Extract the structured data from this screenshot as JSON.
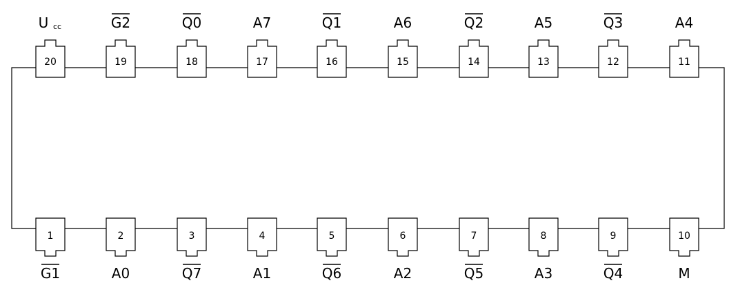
{
  "top_pins": [
    {
      "number": "20",
      "label": "U",
      "sub": "cc",
      "overbar": false
    },
    {
      "number": "19",
      "label": "G2",
      "overbar": true
    },
    {
      "number": "18",
      "label": "Q0",
      "overbar": true
    },
    {
      "number": "17",
      "label": "A7",
      "overbar": false
    },
    {
      "number": "16",
      "label": "Q1",
      "overbar": true
    },
    {
      "number": "15",
      "label": "A6",
      "overbar": false
    },
    {
      "number": "14",
      "label": "Q2",
      "overbar": true
    },
    {
      "number": "13",
      "label": "A5",
      "overbar": false
    },
    {
      "number": "12",
      "label": "Q3",
      "overbar": true
    },
    {
      "number": "11",
      "label": "A4",
      "overbar": false
    }
  ],
  "bottom_pins": [
    {
      "number": "1",
      "label": "G1",
      "overbar": true
    },
    {
      "number": "2",
      "label": "A0",
      "overbar": false
    },
    {
      "number": "3",
      "label": "Q7",
      "overbar": true
    },
    {
      "number": "4",
      "label": "A1",
      "overbar": false
    },
    {
      "number": "5",
      "label": "Q6",
      "overbar": true
    },
    {
      "number": "6",
      "label": "A2",
      "overbar": false
    },
    {
      "number": "7",
      "label": "Q5",
      "overbar": true
    },
    {
      "number": "8",
      "label": "A3",
      "overbar": false
    },
    {
      "number": "9",
      "label": "Q4",
      "overbar": true
    },
    {
      "number": "10",
      "label": "M",
      "overbar": false
    }
  ],
  "colors": {
    "stroke": "#000000",
    "background": "#ffffff"
  }
}
